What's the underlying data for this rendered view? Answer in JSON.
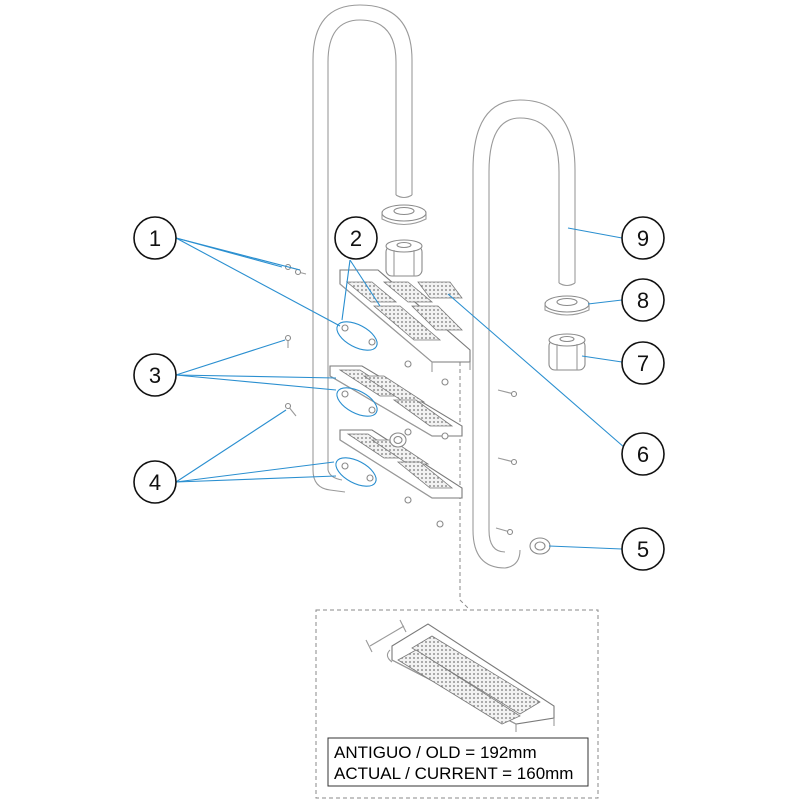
{
  "callouts": [
    {
      "label": "1"
    },
    {
      "label": "2"
    },
    {
      "label": "3"
    },
    {
      "label": "4"
    },
    {
      "label": "5"
    },
    {
      "label": "6"
    },
    {
      "label": "7"
    },
    {
      "label": "8"
    },
    {
      "label": "9"
    }
  ],
  "detail_note": {
    "line1": "ANTIGUO / OLD = 192mm",
    "line2": "ACTUAL / CURRENT = 160mm"
  },
  "colors": {
    "leader": "#2a8fd0",
    "outline": "#8a8a8a"
  }
}
